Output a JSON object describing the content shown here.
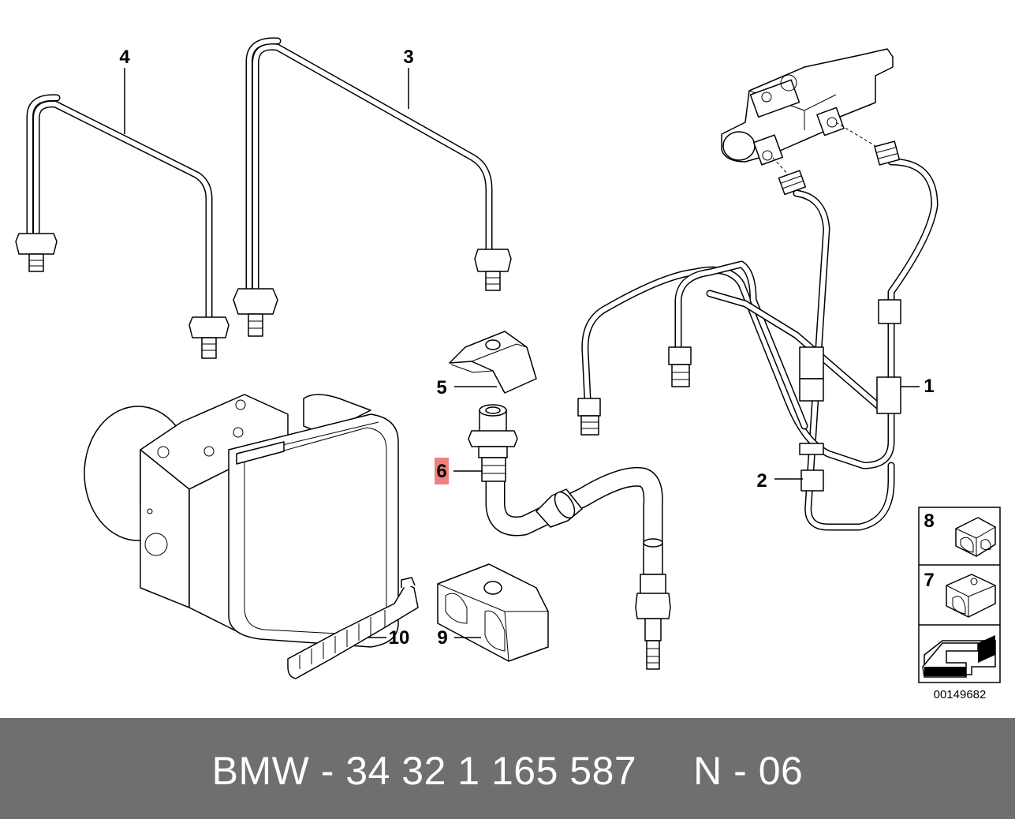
{
  "diagram": {
    "callouts": [
      {
        "id": "1",
        "label": "1"
      },
      {
        "id": "2",
        "label": "2"
      },
      {
        "id": "3",
        "label": "3"
      },
      {
        "id": "4",
        "label": "4"
      },
      {
        "id": "5",
        "label": "5"
      },
      {
        "id": "6",
        "label": "6",
        "highlight_color": "#f08080"
      },
      {
        "id": "7",
        "label": "7"
      },
      {
        "id": "8",
        "label": "8"
      },
      {
        "id": "9",
        "label": "9"
      },
      {
        "id": "10",
        "label": "10"
      }
    ],
    "reference_number": "00149682"
  },
  "footer": {
    "text": "BMW - 34 32 1 165 587     N - 06",
    "background": "#6f6f6f",
    "text_color": "#ffffff"
  }
}
